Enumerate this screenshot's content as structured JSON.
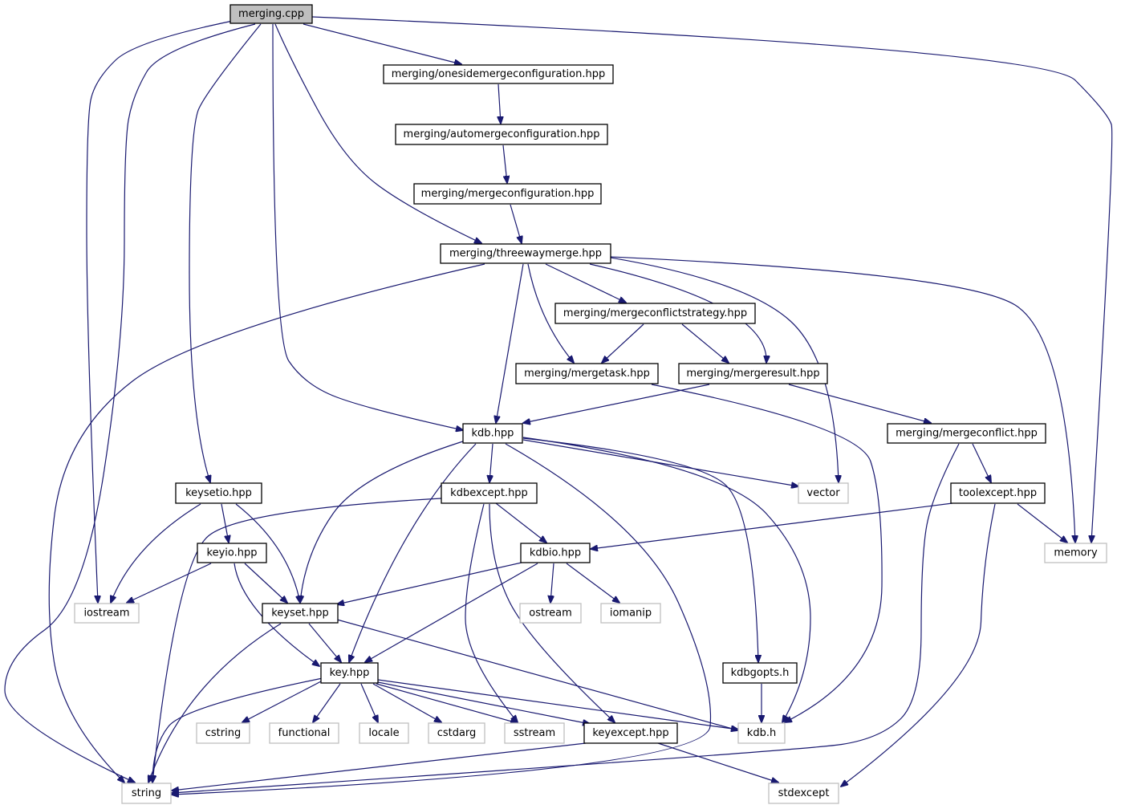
{
  "graph": {
    "colors": {
      "edge": "#191970",
      "node_border": "#000000",
      "external_border": "#bfbfbf",
      "root_fill": "#bfbfbf",
      "node_fill": "#ffffff",
      "text": "#000000"
    },
    "nodes": [
      {
        "id": "merging_cpp",
        "label": "merging.cpp",
        "type": "root"
      },
      {
        "id": "onesidemergeconfiguration",
        "label": "merging/onesidemergeconfiguration.hpp",
        "type": "header"
      },
      {
        "id": "automergeconfiguration",
        "label": "merging/automergeconfiguration.hpp",
        "type": "header"
      },
      {
        "id": "mergeconfiguration",
        "label": "merging/mergeconfiguration.hpp",
        "type": "header"
      },
      {
        "id": "threewaymerge",
        "label": "merging/threewaymerge.hpp",
        "type": "header"
      },
      {
        "id": "mergeconflictstrategy",
        "label": "merging/mergeconflictstrategy.hpp",
        "type": "header"
      },
      {
        "id": "mergetask",
        "label": "merging/mergetask.hpp",
        "type": "header"
      },
      {
        "id": "mergeresult",
        "label": "merging/mergeresult.hpp",
        "type": "header"
      },
      {
        "id": "kdb_hpp",
        "label": "kdb.hpp",
        "type": "header"
      },
      {
        "id": "mergeconflict",
        "label": "merging/mergeconflict.hpp",
        "type": "header"
      },
      {
        "id": "keysetio",
        "label": "keysetio.hpp",
        "type": "header"
      },
      {
        "id": "kdbexcept",
        "label": "kdbexcept.hpp",
        "type": "header"
      },
      {
        "id": "vector",
        "label": "vector",
        "type": "external"
      },
      {
        "id": "toolexcept",
        "label": "toolexcept.hpp",
        "type": "header"
      },
      {
        "id": "keyio",
        "label": "keyio.hpp",
        "type": "header"
      },
      {
        "id": "kdbio",
        "label": "kdbio.hpp",
        "type": "header"
      },
      {
        "id": "memory",
        "label": "memory",
        "type": "external"
      },
      {
        "id": "iostream",
        "label": "iostream",
        "type": "external"
      },
      {
        "id": "keyset",
        "label": "keyset.hpp",
        "type": "header"
      },
      {
        "id": "ostream",
        "label": "ostream",
        "type": "external"
      },
      {
        "id": "iomanip",
        "label": "iomanip",
        "type": "external"
      },
      {
        "id": "key",
        "label": "key.hpp",
        "type": "header"
      },
      {
        "id": "kdbgopts",
        "label": "kdbgopts.h",
        "type": "header"
      },
      {
        "id": "cstring",
        "label": "cstring",
        "type": "external"
      },
      {
        "id": "functional",
        "label": "functional",
        "type": "external"
      },
      {
        "id": "locale",
        "label": "locale",
        "type": "external"
      },
      {
        "id": "cstdarg",
        "label": "cstdarg",
        "type": "external"
      },
      {
        "id": "sstream",
        "label": "sstream",
        "type": "external"
      },
      {
        "id": "keyexcept",
        "label": "keyexcept.hpp",
        "type": "header"
      },
      {
        "id": "kdb_h",
        "label": "kdb.h",
        "type": "external"
      },
      {
        "id": "string",
        "label": "string",
        "type": "external"
      },
      {
        "id": "stdexcept",
        "label": "stdexcept",
        "type": "external"
      }
    ],
    "edges": [
      [
        "merging_cpp",
        "onesidemergeconfiguration"
      ],
      [
        "merging_cpp",
        "threewaymerge"
      ],
      [
        "merging_cpp",
        "kdb_hpp"
      ],
      [
        "merging_cpp",
        "keysetio"
      ],
      [
        "merging_cpp",
        "memory"
      ],
      [
        "merging_cpp",
        "iostream"
      ],
      [
        "merging_cpp",
        "string"
      ],
      [
        "onesidemergeconfiguration",
        "automergeconfiguration"
      ],
      [
        "automergeconfiguration",
        "mergeconfiguration"
      ],
      [
        "mergeconfiguration",
        "threewaymerge"
      ],
      [
        "threewaymerge",
        "mergeconflictstrategy"
      ],
      [
        "threewaymerge",
        "mergetask"
      ],
      [
        "threewaymerge",
        "mergeresult"
      ],
      [
        "threewaymerge",
        "kdb_hpp"
      ],
      [
        "threewaymerge",
        "vector"
      ],
      [
        "threewaymerge",
        "memory"
      ],
      [
        "threewaymerge",
        "string"
      ],
      [
        "mergeconflictstrategy",
        "mergetask"
      ],
      [
        "mergeconflictstrategy",
        "mergeresult"
      ],
      [
        "mergetask",
        "kdb_h"
      ],
      [
        "mergeresult",
        "kdb_hpp"
      ],
      [
        "mergeresult",
        "mergeconflict"
      ],
      [
        "mergeconflict",
        "toolexcept"
      ],
      [
        "mergeconflict",
        "string"
      ],
      [
        "toolexcept",
        "kdbio"
      ],
      [
        "toolexcept",
        "memory"
      ],
      [
        "toolexcept",
        "stdexcept"
      ],
      [
        "kdb_hpp",
        "kdbexcept"
      ],
      [
        "kdb_hpp",
        "vector"
      ],
      [
        "kdb_hpp",
        "keyset"
      ],
      [
        "kdb_hpp",
        "key"
      ],
      [
        "kdb_hpp",
        "kdbgopts"
      ],
      [
        "kdb_hpp",
        "kdb_h"
      ],
      [
        "kdb_hpp",
        "string"
      ],
      [
        "kdbexcept",
        "kdbio"
      ],
      [
        "kdbexcept",
        "keyexcept"
      ],
      [
        "kdbexcept",
        "sstream"
      ],
      [
        "kdbexcept",
        "string"
      ],
      [
        "keysetio",
        "keyio"
      ],
      [
        "keysetio",
        "keyset"
      ],
      [
        "keysetio",
        "iostream"
      ],
      [
        "keyio",
        "keyset"
      ],
      [
        "keyio",
        "key"
      ],
      [
        "keyio",
        "iostream"
      ],
      [
        "kdbio",
        "keyset"
      ],
      [
        "kdbio",
        "key"
      ],
      [
        "kdbio",
        "ostream"
      ],
      [
        "kdbio",
        "iomanip"
      ],
      [
        "keyset",
        "key"
      ],
      [
        "keyset",
        "kdb_h"
      ],
      [
        "keyset",
        "string"
      ],
      [
        "key",
        "cstring"
      ],
      [
        "key",
        "functional"
      ],
      [
        "key",
        "locale"
      ],
      [
        "key",
        "cstdarg"
      ],
      [
        "key",
        "sstream"
      ],
      [
        "key",
        "keyexcept"
      ],
      [
        "key",
        "kdb_h"
      ],
      [
        "key",
        "string"
      ],
      [
        "kdbgopts",
        "kdb_h"
      ],
      [
        "keyexcept",
        "string"
      ],
      [
        "keyexcept",
        "stdexcept"
      ]
    ]
  }
}
